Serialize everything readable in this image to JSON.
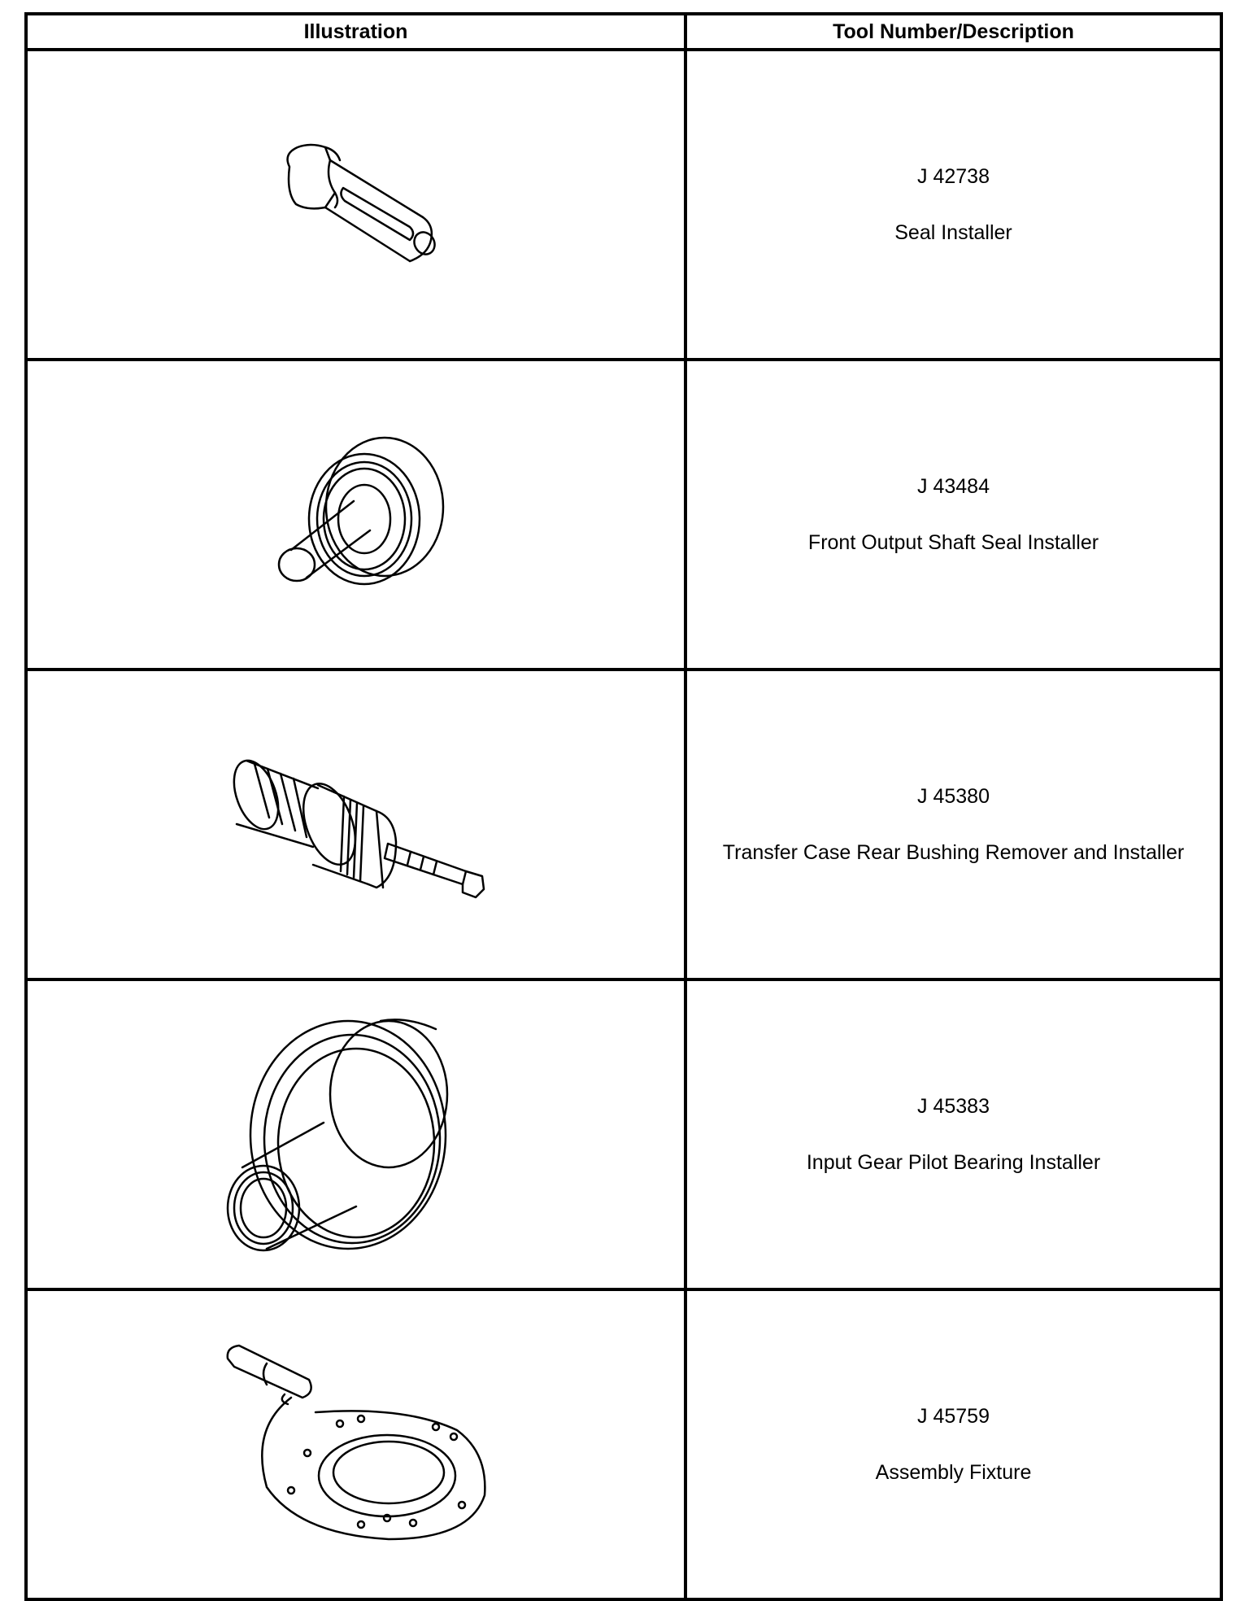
{
  "table": {
    "headers": {
      "illustration": "Illustration",
      "tool": "Tool Number/Description"
    },
    "rows": [
      {
        "number": "J 42738",
        "description": "Seal Installer",
        "illustration_icon": "seal-installer-tool-icon"
      },
      {
        "number": "J 43484",
        "description": "Front Output Shaft Seal Installer",
        "illustration_icon": "front-output-shaft-seal-installer-icon"
      },
      {
        "number": "J 45380",
        "description": "Transfer Case Rear Bushing Remover and Installer",
        "illustration_icon": "bushing-remover-installer-icon"
      },
      {
        "number": "J 45383",
        "description": "Input Gear Pilot Bearing Installer",
        "illustration_icon": "pilot-bearing-installer-icon"
      },
      {
        "number": "J 45759",
        "description": "Assembly Fixture",
        "illustration_icon": "assembly-fixture-icon"
      }
    ]
  }
}
